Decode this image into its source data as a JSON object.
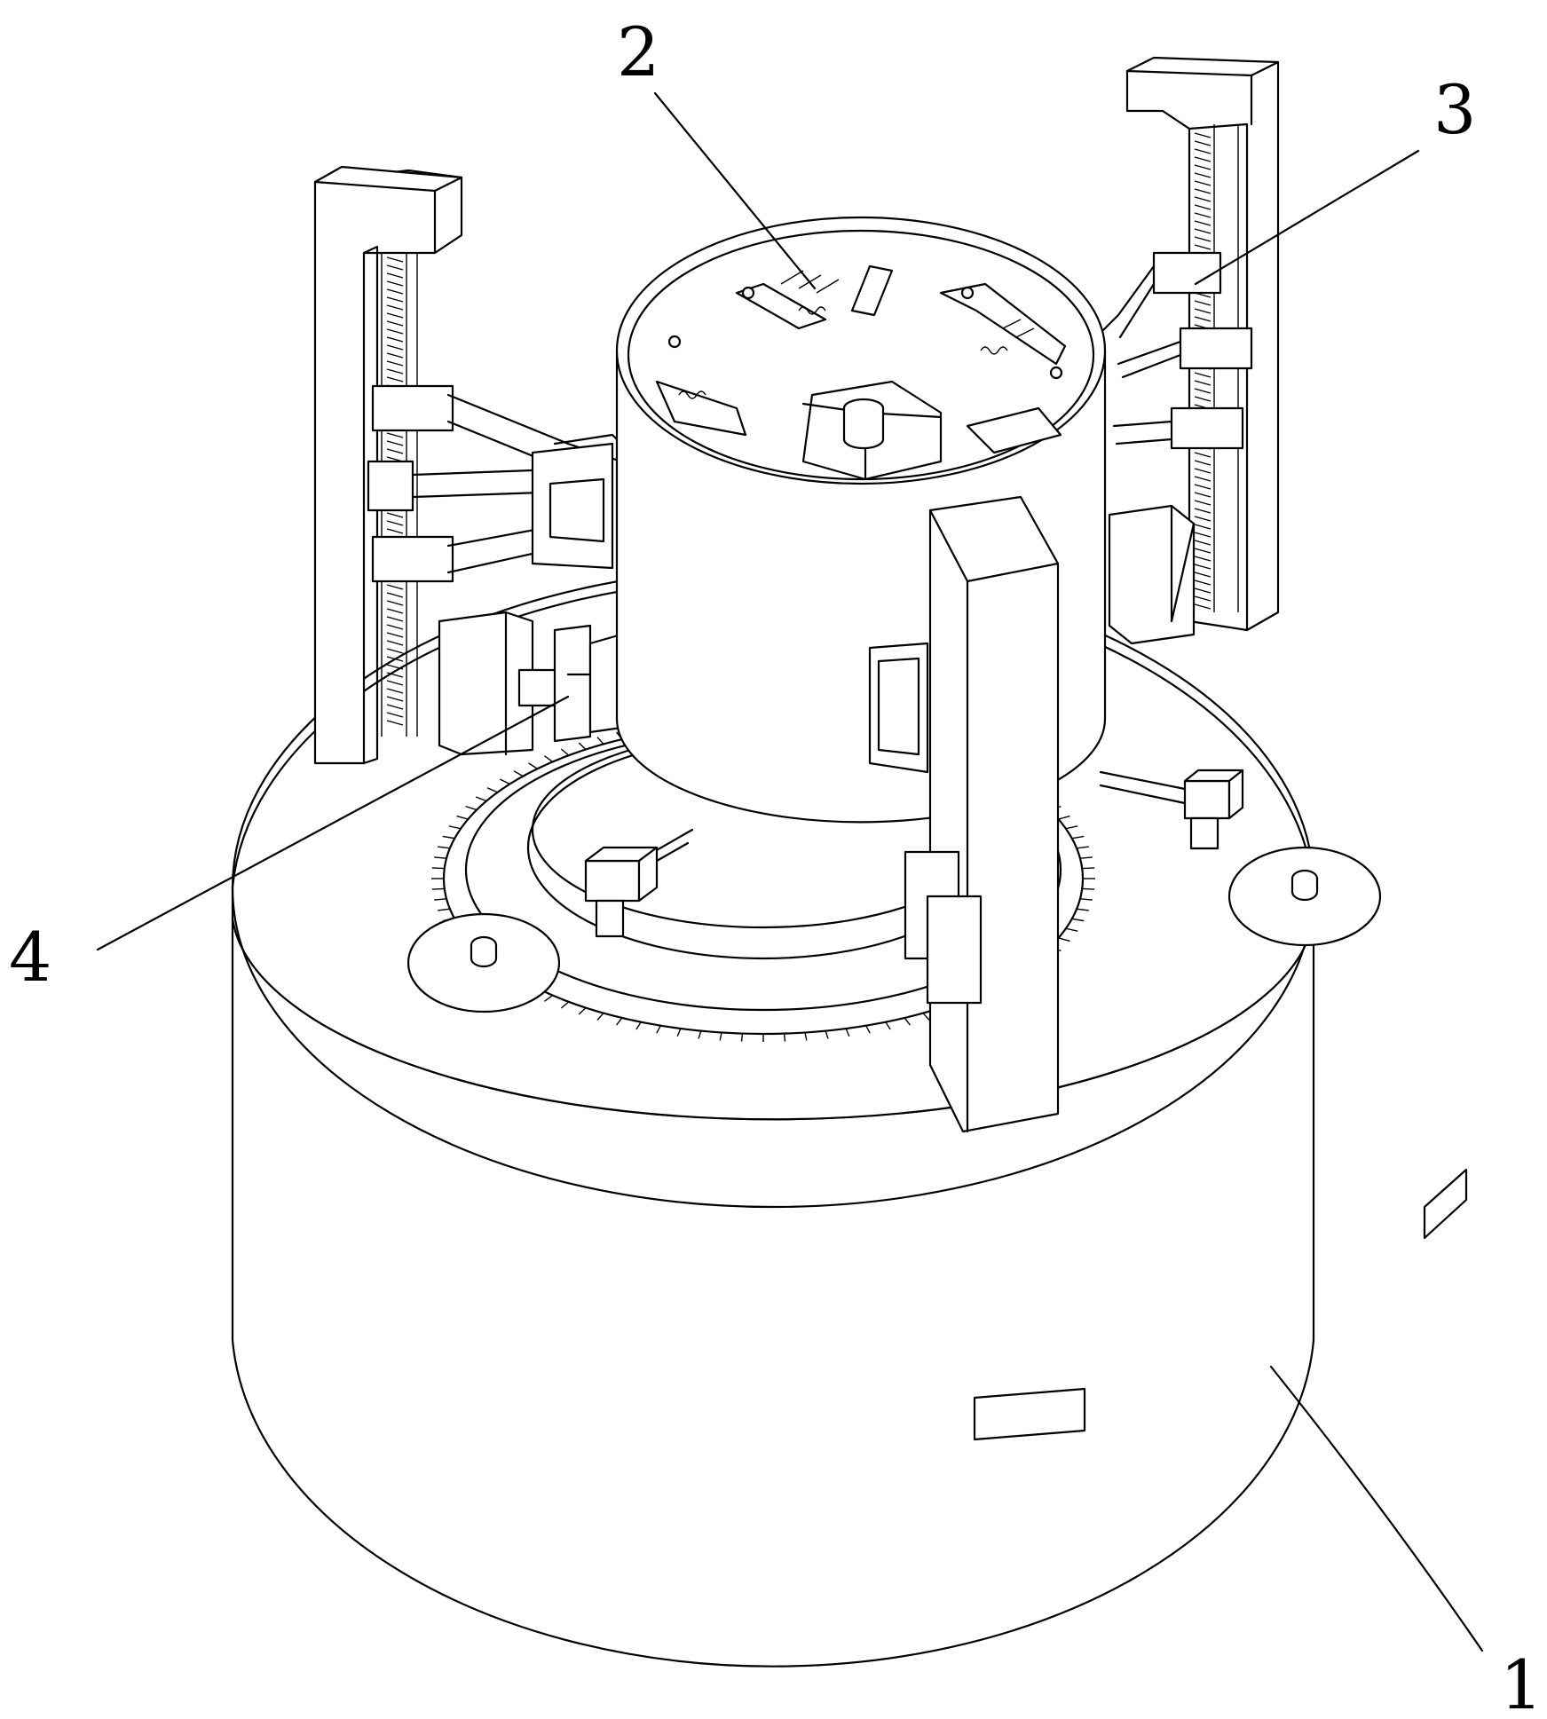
{
  "labels": {
    "base": "1",
    "inner_clamp": "2",
    "lift_arm": "3",
    "side_unit": "4"
  }
}
